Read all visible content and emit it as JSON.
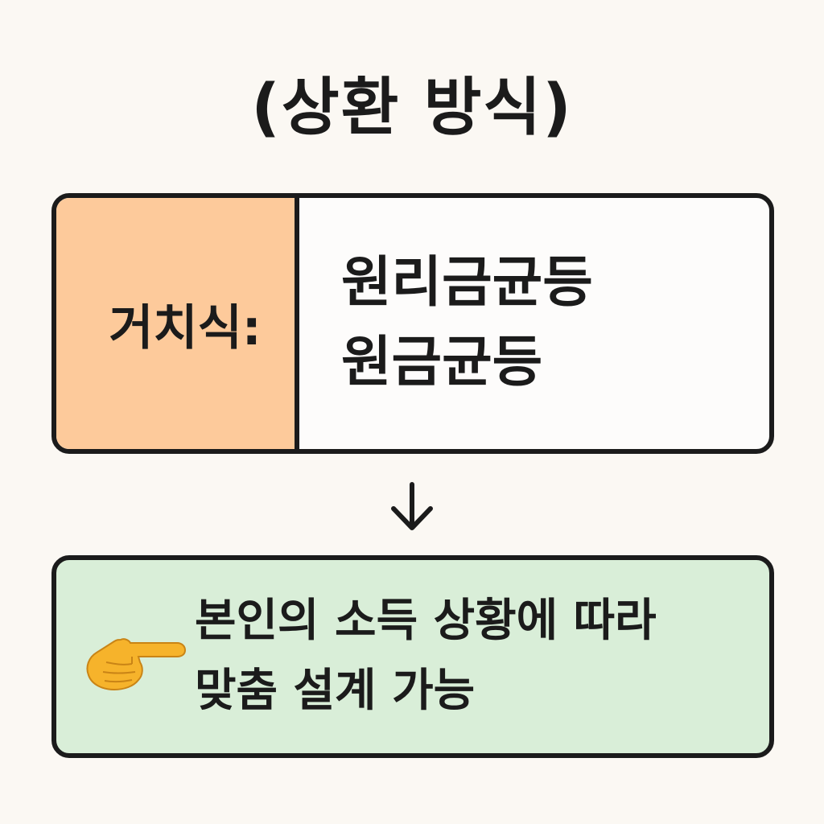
{
  "title": "(상환 방식)",
  "top_box": {
    "label": "거치식:",
    "methods": [
      "원리금균등",
      "원금균등"
    ],
    "label_color": "#fdca9b"
  },
  "arrow": {
    "icon": "down-arrow-icon"
  },
  "bottom_box": {
    "icon": "pointing-hand-icon",
    "lines": [
      "본인의 소득 상황에 따라",
      "맞춤 설계 가능"
    ],
    "background_color": "#d9eed8"
  }
}
